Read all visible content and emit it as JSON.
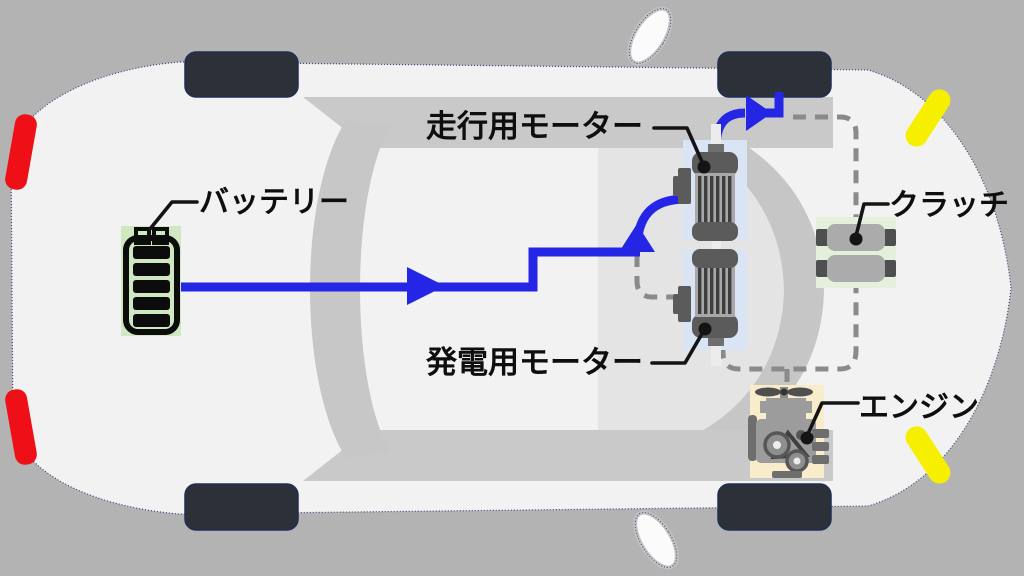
{
  "diagram": {
    "type": "series-hybrid-powertrain-top-view",
    "components": [
      {
        "id": "battery",
        "label": "バッテリー"
      },
      {
        "id": "drive_motor",
        "label": "走行用モーター"
      },
      {
        "id": "generator_motor",
        "label": "発電用モーター"
      },
      {
        "id": "clutch",
        "label": "クラッチ"
      },
      {
        "id": "engine",
        "label": "エンジン"
      }
    ],
    "flows": {
      "electric_power": "battery → drive motor → front wheel",
      "mechanical_path_dashed": "wheel ↔ clutch ↔ engine ↔ generator motor (inactive)"
    },
    "colors": {
      "background": "#b3b3b3",
      "car_body": "#f2f2f2",
      "cabin_gray": "#c9c9c9",
      "cabin_gray_light": "#e4e4e4",
      "rear_window_gray": "#c7c7c7",
      "windshield_rim_gray": "#c6c6c6",
      "tire": "#2c3139",
      "tire_outline": "#1f2e55",
      "tail_light_red": "#ee1016",
      "head_light_yellow": "#f6ef00",
      "electric_flow_blue": "#2525e6",
      "mechanical_dashed_gray": "#8a8a8a",
      "battery_bg": "#cfe8c2",
      "motor_bg": "#d9e4f5",
      "clutch_bg": "#e4efdc",
      "engine_bg": "#f8ecca",
      "leader_line": "#141414",
      "label_text": "#0e0e0e"
    },
    "icons": [
      "battery-icon",
      "drive-motor-icon",
      "generator-motor-icon",
      "clutch-icon",
      "engine-icon",
      "tire-icon",
      "mirror-icon",
      "tail-light-icon",
      "head-light-icon",
      "electric-arrow-icon",
      "mechanical-dashed-line"
    ]
  }
}
